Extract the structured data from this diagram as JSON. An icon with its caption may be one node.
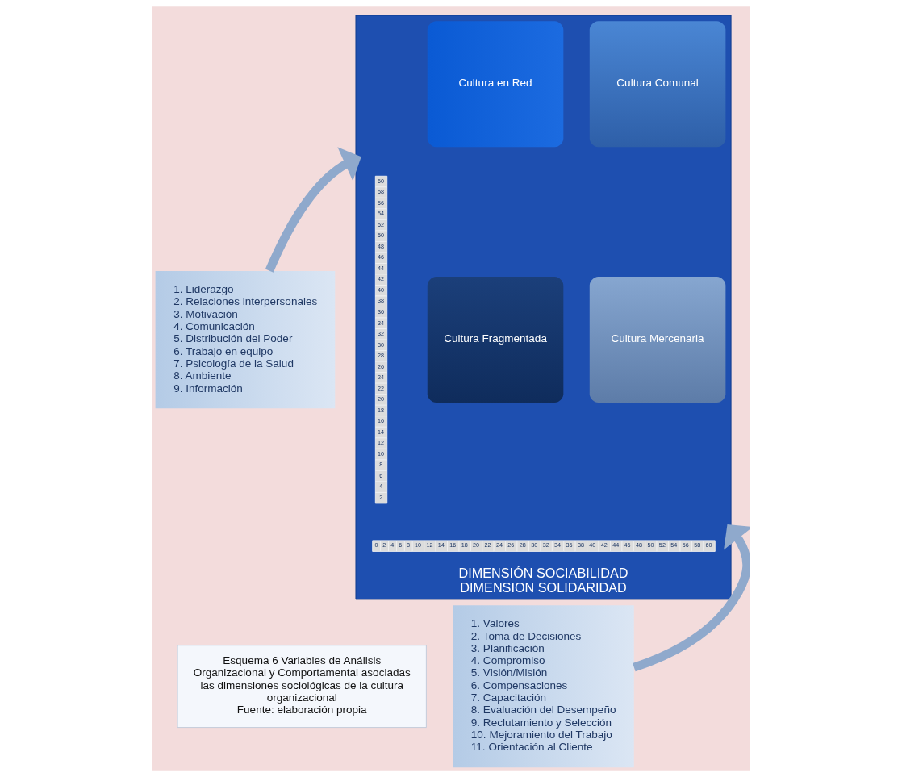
{
  "diagram": {
    "nodes": [
      {
        "text": [
          "1. Liderazgo",
          "2. Relaciones interpersonales",
          "3. Motivación",
          "4. Comunicación",
          "5. Distribución del Poder",
          "6. Trabajo en equipo",
          "7. Psicología de la Salud",
          "8. Ambiente",
          "9. Información"
        ]
      },
      {
        "text": [
          "DIMENSIÓN SOCIABILIDAD",
          "DIMENSION SOLIDARIDAD"
        ]
      },
      {
        "text": [
          "Cultura en Red"
        ],
        "in": 1
      },
      {
        "text": [
          "Cultura Comunal"
        ],
        "in": 1
      },
      {
        "text": [
          "Cultura Fragmentada"
        ],
        "in": 1
      },
      {
        "text": [
          "Cultura Mercenaria"
        ],
        "in": 1
      },
      {
        "text": [
          "1. Valores",
          "2. Toma de Decisiones",
          "3. Planificación",
          "4. Compromiso",
          "5. Visión/Misión",
          "6. Compensaciones",
          "7. Capacitación",
          "8. Evaluación del Desempeño",
          "9. Reclutamiento y Selección",
          "10. Mejoramiento del Trabajo",
          "11. Orientación al Cliente"
        ]
      },
      {
        "text": [
          "Esquema 6 Variables de Análisis Organizacional y Comportamental asociadas las dimensiones sociológicas de la cultura organizacional",
          "Fuente: elaboración propia"
        ]
      }
    ],
    "edges": [
      {
        "from": 0,
        "to": 1,
        "arrow": "to"
      },
      {
        "from": 6,
        "to": 1,
        "arrow": "to"
      }
    ],
    "labels": [
      "60",
      "58",
      "56",
      "54",
      "52",
      "50",
      "48",
      "46",
      "44",
      "42",
      "40",
      "38",
      "36",
      "34",
      "32",
      "30",
      "28",
      "26",
      "24",
      "22",
      "20",
      "18",
      "16",
      "14",
      "12",
      "10",
      "8",
      "6",
      "4",
      "2",
      "0",
      "2",
      "4",
      "6",
      "8",
      "10",
      "12",
      "14",
      "16",
      "18",
      "20",
      "22",
      "24",
      "26",
      "28",
      "30",
      "32",
      "34",
      "36",
      "38",
      "40",
      "42",
      "44",
      "46",
      "48",
      "50",
      "52",
      "54",
      "56",
      "58",
      "60"
    ]
  }
}
